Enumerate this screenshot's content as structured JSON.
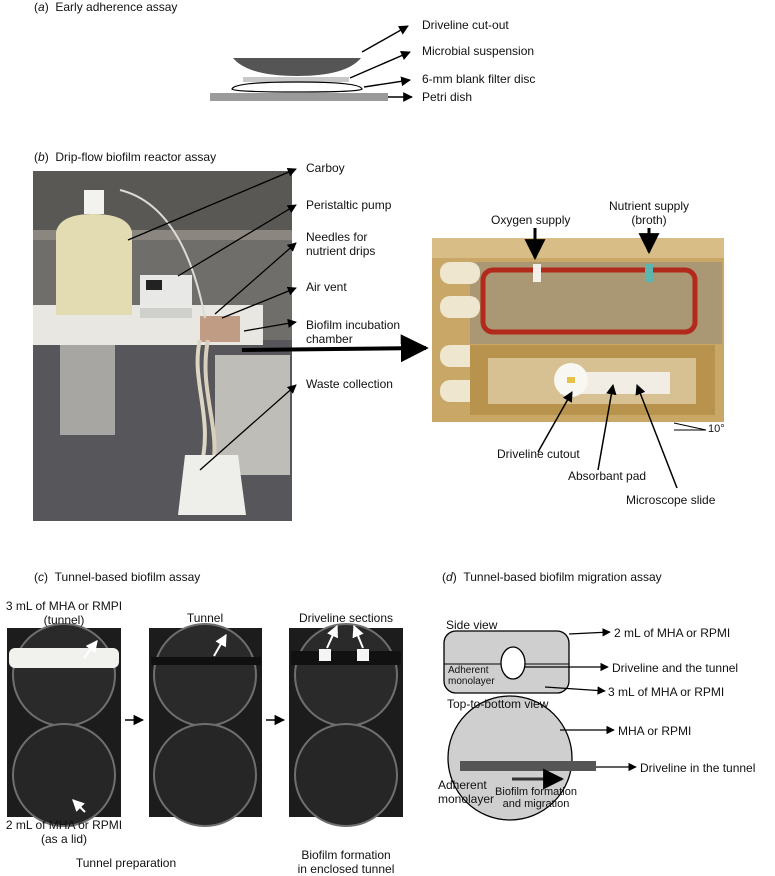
{
  "panel_a": {
    "letter": "a",
    "title": "Early adherence assay",
    "labels": {
      "driveline_cutout": "Driveline cut-out",
      "microbial_suspension": "Microbial suspension",
      "filter_disc": "6-mm blank filter disc",
      "petri_dish": "Petri dish"
    }
  },
  "panel_b": {
    "letter": "b",
    "title": "Drip-flow biofilm reactor assay",
    "labels": {
      "carboy": "Carboy",
      "pump": "Peristaltic pump",
      "needles": "Needles for nutrient drips",
      "needles_line1": "Needles for",
      "needles_line2": "nutrient drips",
      "air_vent": "Air vent",
      "chamber_line1": "Biofilm incubation",
      "chamber_line2": "chamber",
      "waste": "Waste collection",
      "oxygen": "Oxygen supply",
      "nutrient_line1": "Nutrient supply",
      "nutrient_line2": "(broth)",
      "driveline_cutout": "Driveline cutout",
      "absorbant_pad": "Absorbant pad",
      "microscope_slide": "Microscope slide",
      "angle": "10°"
    }
  },
  "panel_c": {
    "letter": "c",
    "title": "Tunnel-based biofilm assay",
    "labels": {
      "top_line1": "3 mL of MHA or RMPI",
      "top_line2": "(tunnel)",
      "tunnel": "Tunnel",
      "driveline_sections": "Driveline sections",
      "bottom_line1": "2 mL of MHA or RPMI",
      "bottom_line2": "(as a lid)",
      "tunnel_prep": "Tunnel preparation",
      "formation_line1": "Biofilm formation",
      "formation_line2": "in enclosed tunnel"
    }
  },
  "panel_d": {
    "letter": "d",
    "title": "Tunnel-based biofilm migration assay",
    "labels": {
      "side_view": "Side view",
      "top_view": "Top-to-bottom view",
      "mha_2ml": "2 mL of MHA or RPMI",
      "driveline_tunnel": "Driveline and the tunnel",
      "mha_3ml": "3 mL of MHA or RPMI",
      "adherent_line1": "Adherent",
      "adherent_line2": "monolayer",
      "mha_rpmi": "MHA or RPMI",
      "driveline_in_tunnel": "Driveline in the tunnel",
      "formation_line1": "Biofilm formation",
      "formation_line2": "and migration"
    }
  },
  "colors": {
    "dark_gray": "#555555",
    "light_gray": "#c8c8c8",
    "photo_dark": "#1c1c1c",
    "amber": "#c9a766"
  }
}
